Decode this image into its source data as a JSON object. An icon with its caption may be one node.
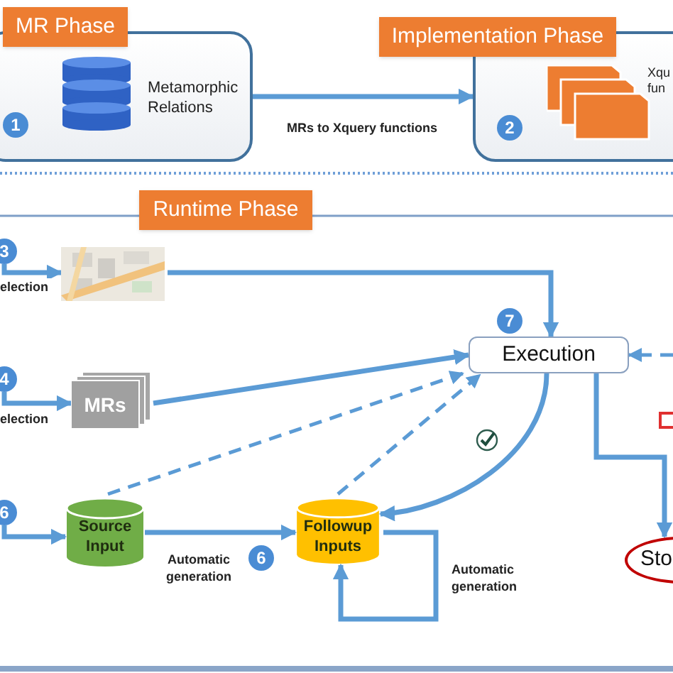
{
  "diagram": {
    "nodes": [
      {
        "text": [
          "MR Phase"
        ]
      },
      {
        "text": [],
        "shape": "cylinder",
        "in": 0,
        "beside": [
          "Metamorphic Relations"
        ]
      },
      {
        "text": [
          "1"
        ],
        "in": 0
      },
      {
        "text": [
          "Implementation Phase"
        ]
      },
      {
        "text": [],
        "shape": "box",
        "in": 3,
        "beside": [
          "Xqu fun"
        ]
      },
      {
        "text": [
          "2"
        ],
        "in": 3
      },
      {
        "text": [
          "Runtime Phase"
        ]
      },
      {
        "text": [
          "3"
        ]
      },
      {
        "text": [],
        "shape": "picture"
      },
      {
        "text": [
          "MRs"
        ]
      },
      {
        "text": [
          "4"
        ]
      },
      {
        "text": [
          "7"
        ]
      },
      {
        "text": [
          "Execution"
        ]
      },
      {
        "text": [
          "Sto"
        ]
      },
      {
        "text": [
          "6"
        ]
      },
      {
        "text": [
          "Source Input"
        ]
      },
      {
        "text": [
          "Followup Inputs"
        ]
      },
      {
        "text": [
          "6"
        ]
      }
    ],
    "edges": [
      {
        "from": 0,
        "to": 3,
        "arrow": "to",
        "label": "MRs to Xquery functions"
      },
      {
        "from": 7,
        "to": 8,
        "arrow": "to",
        "label": "election"
      },
      {
        "from": 10,
        "to": 9,
        "arrow": "to",
        "label": "election"
      },
      {
        "from": 8,
        "to": 12,
        "arrow": "to"
      },
      {
        "from": 9,
        "to": 12,
        "arrow": "to"
      },
      {
        "from": 15,
        "to": 12,
        "arrow": "to",
        "style": "dashed"
      },
      {
        "from": 16,
        "to": 12,
        "arrow": "to",
        "style": "dashed"
      },
      {
        "from": null,
        "to": 12,
        "arrow": "to",
        "style": "dashed"
      },
      {
        "from": 12,
        "to": 13,
        "arrow": "to"
      },
      {
        "from": 12,
        "to": 16,
        "arrow": "to"
      },
      {
        "from": 14,
        "to": 15,
        "arrow": "to"
      },
      {
        "from": 15,
        "to": 16,
        "arrow": "to",
        "label": "Automatic generation"
      },
      {
        "from": 16,
        "to": 16,
        "arrow": "to",
        "label": "Automatic generation"
      }
    ]
  }
}
